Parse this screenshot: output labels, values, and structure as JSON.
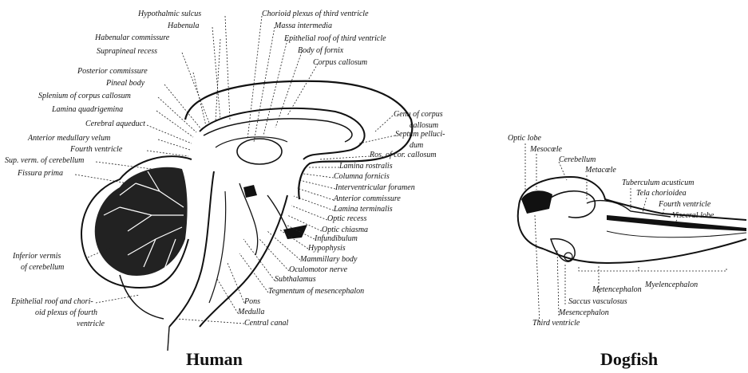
{
  "human": {
    "caption": "Human",
    "labels": {
      "hypothalmic_sulcus": "Hypothalmic sulcus",
      "habenula": "Habenula",
      "habenular_commissure": "Habenular commissure",
      "suprapineal_recess": "Suprapineal recess",
      "posterior_commissure": "Posterior commissure",
      "pineal_body": "Pineal body",
      "splenium": "Splenium of corpus callosum",
      "lamina_quadrigemina": "Lamina quadrigemina",
      "cerebral_aqueduct": "Cerebral aqueduct",
      "anterior_medullary_velum": "Anterior medullary velum",
      "fourth_ventricle": "Fourth ventricle",
      "sup_verm": "Sup. verm. of cerebellum",
      "fissura_prima": "Fissura prima",
      "inferior_vermis_1": "Inferior vermis",
      "inferior_vermis_2": "of cerebellum",
      "epithelial_roof_4_1": "Epithelial roof and chori-",
      "epithelial_roof_4_2": "oid plexus of fourth",
      "epithelial_roof_4_3": "ventricle",
      "chorioid_plexus": "Chorioid plexus of third ventricle",
      "massa_intermedia": "Massa intermedia",
      "epithelial_roof_3": "Epithelial roof of third ventricle",
      "body_of_fornix": "Body of fornix",
      "corpus_callosum": "Corpus callosum",
      "genu_1": "Genu of corpus",
      "genu_2": "callosum",
      "septum_1": "Septum pelluci-",
      "septum_2": "dum",
      "ros_cor_callosum": "Ros. of cor. callosum",
      "lamina_rostralis": "Lamina rostralis",
      "columna_fornicis": "Columna fornicis",
      "interventricular_foramen": "Interventricular foramen",
      "anterior_commissure": "Anterior commissure",
      "lamina_terminalis": "Lamina terminalis",
      "optic_recess": "Optic recess",
      "optic_chiasma": "Optic chiasma",
      "infundibulum": "Infundibulum",
      "hypophysis": "Hypophysis",
      "mammillary_body": "Mammillary body",
      "oculomotor_nerve": "Oculomotor nerve",
      "subthalamus": "Subthalamus",
      "tegmentum": "Tegmentum of mesencephalon",
      "pons": "Pons",
      "medulla": "Medulla",
      "central_canal": "Central canal"
    }
  },
  "dogfish": {
    "caption": "Dogfish",
    "labels": {
      "optic_lobe": "Optic lobe",
      "mesocoele": "Mesocœle",
      "cerebellum": "Cerebellum",
      "metacoele": "Metacœle",
      "tuberculum_acusticum": "Tuberculum acusticum",
      "tela_chorioidea": "Tela chorioidea",
      "fourth_ventricle": "Fourth ventricle",
      "visceral_lobe": "Visceral lobe",
      "metencephalon": "Metencephalon",
      "myelencephalon": "Myelencephalon",
      "saccus_vasculosus": "Saccus vasculosus",
      "mesencephalon": "Mesencephalon",
      "third_ventricle": "Third ventricle"
    }
  }
}
